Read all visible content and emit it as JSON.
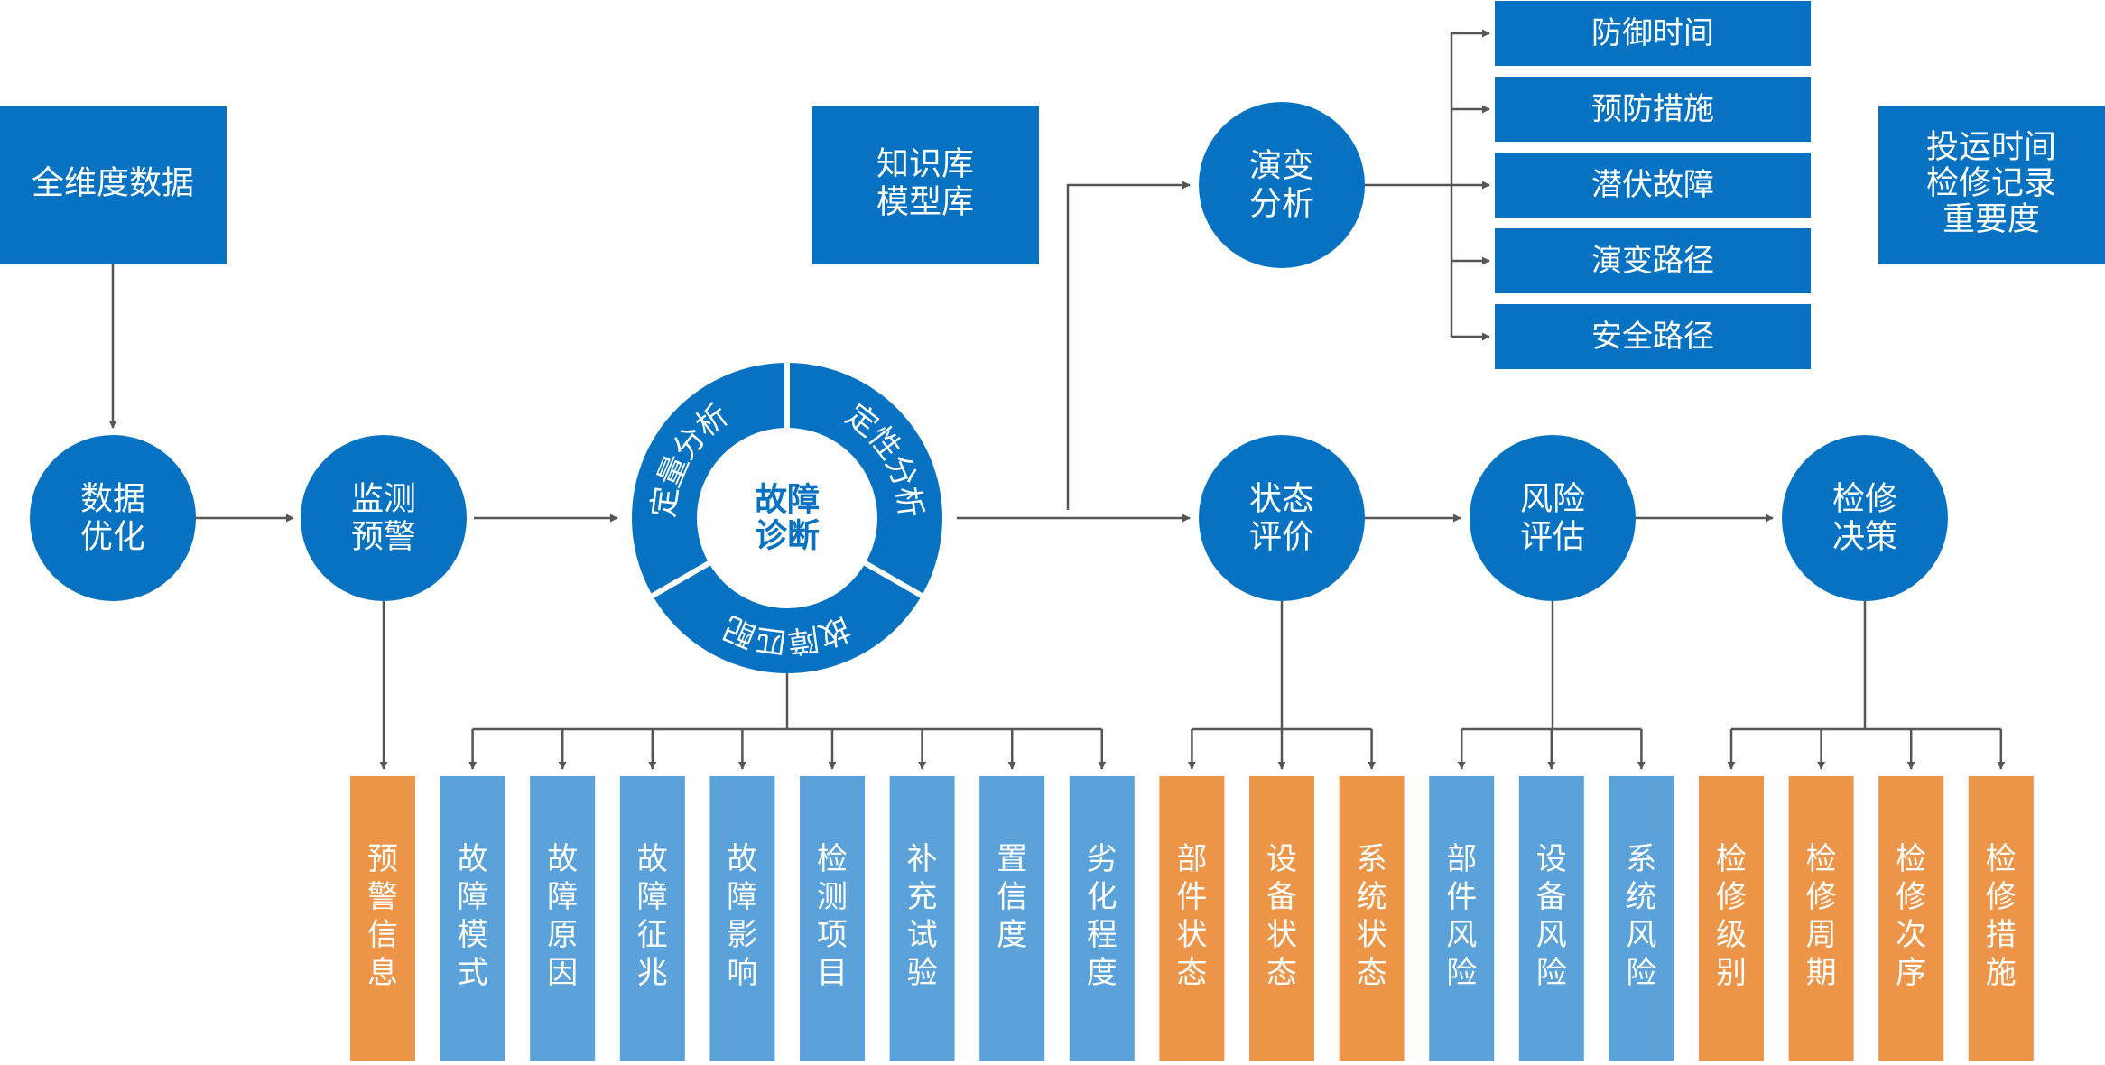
{
  "colors": {
    "primary_blue": "#0872c2",
    "light_blue": "#5ba2da",
    "orange": "#ec9448",
    "arrow": "#555555",
    "text_on_color": "#ffffff"
  },
  "boxes": {
    "full_data": "全维度数据",
    "knowledge": [
      "知识库",
      "模型库"
    ],
    "info": [
      "投运时间",
      "检修记录",
      "重要度"
    ]
  },
  "nodes": {
    "data_opt": [
      "数据",
      "优化"
    ],
    "monitor": [
      "监测",
      "预警"
    ],
    "evolution": [
      "演变",
      "分析"
    ],
    "state": [
      "状态",
      "评价"
    ],
    "risk": [
      "风险",
      "评估"
    ],
    "decision": [
      "检修",
      "决策"
    ]
  },
  "diagnosis": {
    "center": [
      "故障",
      "诊断"
    ],
    "segments": [
      "定量分析",
      "定性分析",
      "故障匹配"
    ]
  },
  "evolution_outputs": [
    "防御时间",
    "预防措施",
    "潜伏故障",
    "演变路径",
    "安全路径"
  ],
  "bottom_bars": [
    {
      "text": "预警信息",
      "kind": "orange"
    },
    {
      "text": "故障模式",
      "kind": "light"
    },
    {
      "text": "故障原因",
      "kind": "light"
    },
    {
      "text": "故障征兆",
      "kind": "light"
    },
    {
      "text": "故障影响",
      "kind": "light"
    },
    {
      "text": "检测项目",
      "kind": "light"
    },
    {
      "text": "补充试验",
      "kind": "light"
    },
    {
      "text": "置信度",
      "kind": "light"
    },
    {
      "text": "劣化程度",
      "kind": "light"
    },
    {
      "text": "部件状态",
      "kind": "orange"
    },
    {
      "text": "设备状态",
      "kind": "orange"
    },
    {
      "text": "系统状态",
      "kind": "orange"
    },
    {
      "text": "部件风险",
      "kind": "light"
    },
    {
      "text": "设备风险",
      "kind": "light"
    },
    {
      "text": "系统风险",
      "kind": "light"
    },
    {
      "text": "检修级别",
      "kind": "orange"
    },
    {
      "text": "检修周期",
      "kind": "orange"
    },
    {
      "text": "检修次序",
      "kind": "orange"
    },
    {
      "text": "检修措施",
      "kind": "orange"
    }
  ]
}
